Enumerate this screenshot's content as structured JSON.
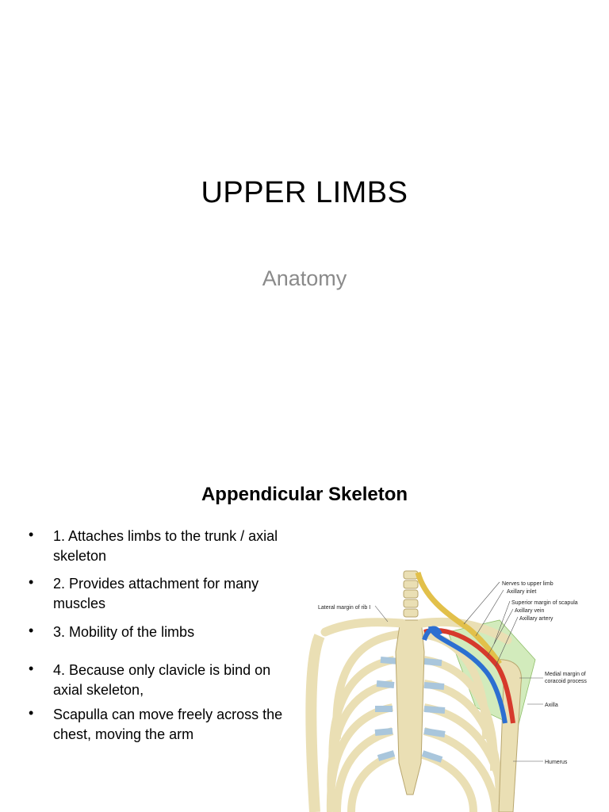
{
  "slide1": {
    "title": "UPPER LIMBS",
    "subtitle": "Anatomy"
  },
  "slide2": {
    "title": "Appendicular Skeleton",
    "bullet_symbol": "•",
    "bullets": [
      "1. Attaches limbs to the  trunk / axial skeleton",
      "2. Provides attachment for many muscles",
      "3. Mobility of the limbs",
      "4.  Because only clavicle is bind on axial skeleton,",
      "Scapulla can move freely across the chest, moving the arm"
    ],
    "figure_labels": {
      "nerves": "Nerves to upper limb",
      "inlet": "Axillary inlet",
      "superior_margin": "Superior margin of scapula",
      "vein": "Axillary vein",
      "artery": "Axillary artery",
      "lateral_margin": "Lateral margin of rib I",
      "medial_margin_1": "Medial margin of",
      "medial_margin_2": "coracoid process",
      "axilla": "Axilla",
      "humerus": "Humerus"
    },
    "colors": {
      "bone": "#eadfb4",
      "bone_outline": "#b8a66e",
      "cartilage": "#a9c6dc",
      "vein": "#2c6fd1",
      "artery": "#d63a2c",
      "nerve": "#e2c04a",
      "axilla_region": "#bfe3a0"
    }
  }
}
